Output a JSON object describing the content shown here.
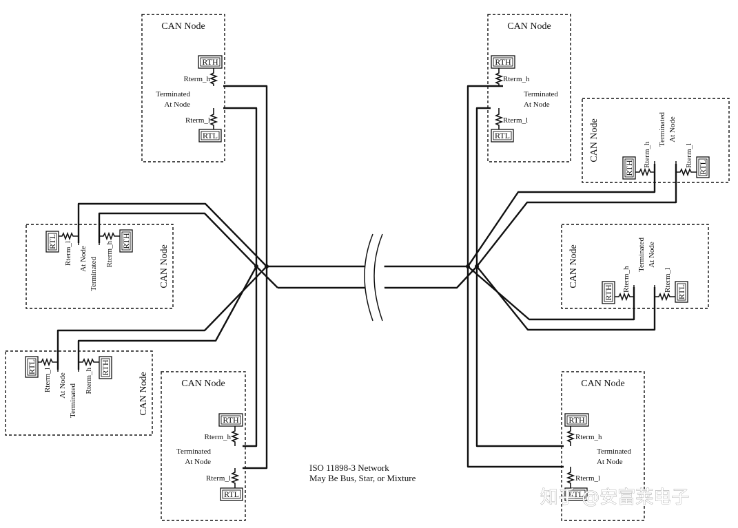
{
  "node_title": "CAN Node",
  "terminated_line1": "Terminated",
  "terminated_line2": "At Node",
  "rth_label": "RTH",
  "rtl_label": "RTL",
  "rterm_h_label": "Rterm_h",
  "rterm_l_label": "Rterm_l",
  "network_line1": "ISO 11898-3 Network",
  "network_line2": "May Be Bus, Star, or Mixture",
  "watermark": "知乎 @安富莱电子"
}
